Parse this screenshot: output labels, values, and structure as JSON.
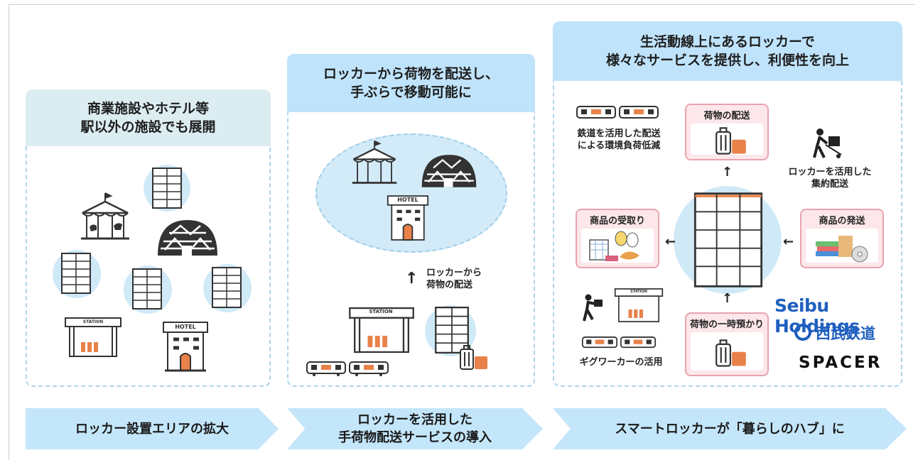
{
  "panels": [
    {
      "title": "商業施設やホテル等\n駅以外の施設でも展開"
    },
    {
      "title": "ロッカーから荷物を配送し、\n手ぶらで移動可能に"
    },
    {
      "title": "生活動線上にあるロッカーで\n様々なサービスを提供し、利便性を向上"
    }
  ],
  "signs": {
    "hotel": "HOTEL",
    "station": "STATION"
  },
  "panel2": {
    "delivery_label": "ロッカーから\n荷物の配送"
  },
  "panel3": {
    "rail_label": "鉄道を活用した配送\nによる環境負荷低減",
    "consolidated_label": "ロッカーを活用した\n集約配送",
    "gig_label": "ギグワーカーの活用",
    "services": {
      "delivery": "荷物の配送",
      "receive": "商品の受取り",
      "ship": "商品の発送",
      "storage": "荷物の一時預かり"
    },
    "logos": {
      "seibu_holdings": "Seibu Holdings",
      "seibu_railway": "西武鉄道",
      "spacer": "SPACER"
    }
  },
  "footer": [
    {
      "label": "ロッカー設置エリアの拡大"
    },
    {
      "label": "ロッカーを活用した\n手荷物配送サービスの導入"
    },
    {
      "label": "スマートロッカーが「暮らしのハブ」に"
    }
  ],
  "colors": {
    "header_light": "#dcedf2",
    "header_blue": "#bfe3fb",
    "bubble": "#cfe9f7",
    "accent_orange": "#e8824a",
    "service_border": "#e8a3ae"
  }
}
